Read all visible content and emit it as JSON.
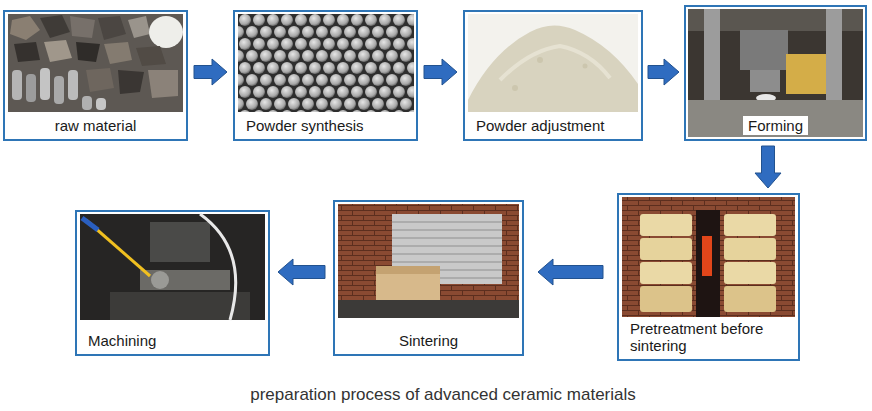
{
  "diagram": {
    "caption": "preparation process of advanced ceramic materials",
    "nodes": [
      {
        "text": [
          "raw material"
        ]
      },
      {
        "text": [
          "Powder synthesis"
        ]
      },
      {
        "text": [
          "Powder adjustment"
        ]
      },
      {
        "text": [
          "Forming"
        ]
      },
      {
        "text": [
          "Pretreatment before sintering"
        ]
      },
      {
        "text": [
          "Sintering"
        ]
      },
      {
        "text": [
          "Machining"
        ]
      }
    ],
    "edges": [
      {
        "from": 0,
        "to": 1,
        "arrow": "to"
      },
      {
        "from": 1,
        "to": 2,
        "arrow": "to"
      },
      {
        "from": 2,
        "to": 3,
        "arrow": "to"
      },
      {
        "from": 3,
        "to": 4,
        "arrow": "to"
      },
      {
        "from": 4,
        "to": 5,
        "arrow": "to"
      },
      {
        "from": 5,
        "to": 6,
        "arrow": "to"
      }
    ]
  }
}
